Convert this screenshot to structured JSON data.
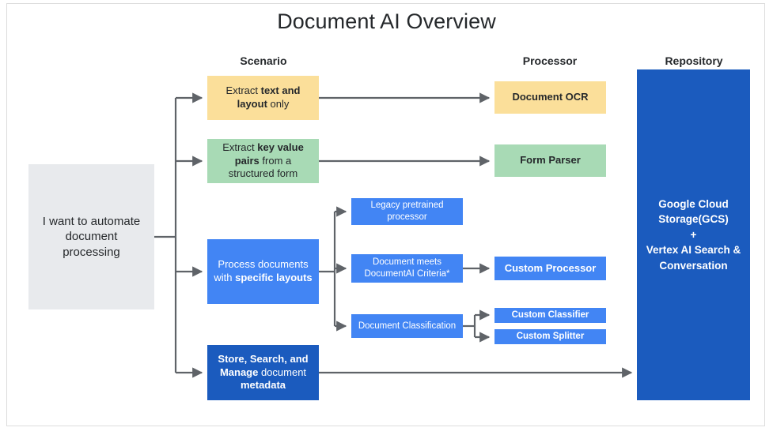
{
  "title": "Document AI Overview",
  "columns": {
    "scenario": "Scenario",
    "processor": "Processor",
    "repository": "Repository"
  },
  "colors": {
    "yellow": "#fbdf9a",
    "green": "#a8dab5",
    "blue": "#4285f4",
    "dark_blue": "#1b5bbe",
    "gray": "#e8eaed",
    "connector": "#5f6368",
    "text_dark": "#25282b",
    "text_light": "#ffffff",
    "frame_border": "#dcdcdc"
  },
  "source": {
    "label": "I want to automate document processing",
    "lines": [
      "I want to automate",
      "document",
      "processing"
    ]
  },
  "scenarios": [
    {
      "id": "extract-text-layout",
      "color": "#fbdf9a",
      "segments": [
        {
          "text": "Extract ",
          "bold": false
        },
        {
          "text": "text and layout",
          "bold": true
        },
        {
          "text": " only",
          "bold": false
        }
      ],
      "plain": "Extract text and layout only"
    },
    {
      "id": "extract-key-value-pairs",
      "color": "#a8dab5",
      "segments": [
        {
          "text": "Extract ",
          "bold": false
        },
        {
          "text": "key value pairs",
          "bold": true
        },
        {
          "text": " from a structured form",
          "bold": false
        }
      ],
      "plain": "Extract key value pairs from a structured form"
    },
    {
      "id": "process-specific-layouts",
      "color": "#4285f4",
      "segments": [
        {
          "text": "Process documents with ",
          "bold": false
        },
        {
          "text": "specific layouts",
          "bold": true
        }
      ],
      "plain": "Process documents with specific layouts"
    },
    {
      "id": "store-search-manage",
      "color": "#1b5bbe",
      "segments": [
        {
          "text": "Store, Search, and Manage",
          "bold": true
        },
        {
          "text": " document ",
          "bold": false
        },
        {
          "text": "metadata",
          "bold": true
        }
      ],
      "plain": "Store, Search, and Manage document metadata"
    }
  ],
  "middle_options": [
    {
      "id": "legacy-pretrained-processor",
      "label": "Legacy pretrained processor",
      "color": "#4285f4"
    },
    {
      "id": "document-meets-criteria",
      "label": "Document meets DocumentAI Criteria*",
      "color": "#4285f4"
    },
    {
      "id": "document-classification",
      "label": "Document Classification",
      "color": "#4285f4"
    }
  ],
  "processors": [
    {
      "id": "document-ocr",
      "label": "Document OCR",
      "color": "#fbdf9a"
    },
    {
      "id": "form-parser",
      "label": "Form Parser",
      "color": "#a8dab5"
    },
    {
      "id": "custom-processor",
      "label": "Custom Processor",
      "color": "#4285f4"
    },
    {
      "id": "custom-classifier",
      "label": "Custom Classifier",
      "color": "#4285f4"
    },
    {
      "id": "custom-splitter",
      "label": "Custom Splitter",
      "color": "#4285f4"
    }
  ],
  "repository": {
    "id": "gcs-vertex-ai",
    "lines": [
      "Google Cloud",
      "Storage(GCS)",
      "+",
      "Vertex AI Search &",
      "Conversation"
    ],
    "plain": "Google Cloud Storage(GCS) + Vertex AI Search & Conversation"
  }
}
